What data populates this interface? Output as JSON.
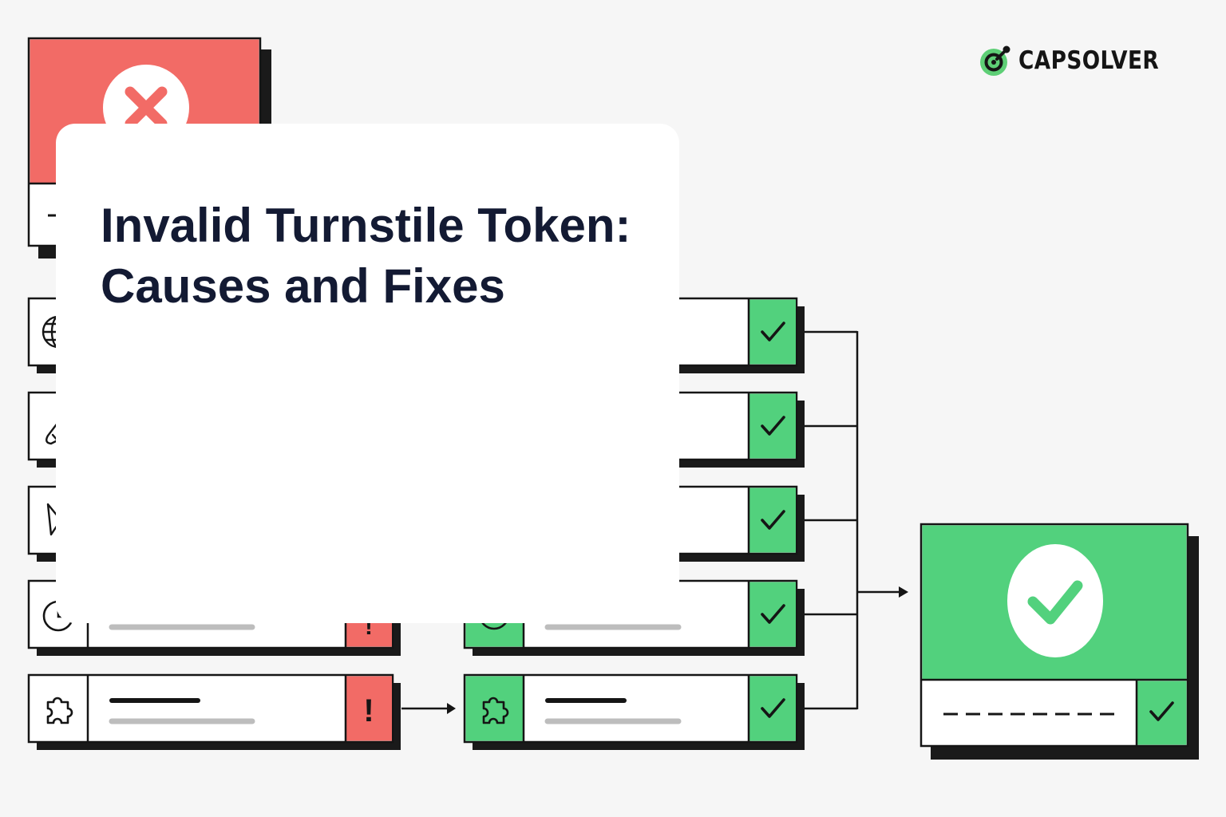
{
  "brand": {
    "name": "CAPSOLVER",
    "accent_color": "#5ecf76",
    "mark_icon": "capsolver-logo-mark"
  },
  "headline": {
    "line1": "Invalid Turnstile Token:",
    "line2": "Causes and Fixes"
  },
  "illustration": {
    "colors": {
      "error": "#f26b66",
      "success": "#52d17d",
      "outline": "#151515",
      "shadow": "#1a1a1a",
      "text_bar": "#bdbdbd"
    },
    "error_window_icon": "x-mark-icon",
    "success_window_icon": "check-circle-icon",
    "failed_checks": [
      {
        "icon": "globe-icon",
        "status": "!"
      },
      {
        "icon": "hook-icon",
        "status": "!"
      },
      {
        "icon": "cursor-icon",
        "status": "!"
      },
      {
        "icon": "clock-icon",
        "status": "!"
      },
      {
        "icon": "puzzle-icon",
        "status": "!"
      }
    ],
    "passed_checks": [
      {
        "icon": "globe-icon",
        "status": "check"
      },
      {
        "icon": "hook-icon",
        "status": "check"
      },
      {
        "icon": "cursor-icon",
        "status": "check"
      },
      {
        "icon": "clock-icon",
        "status": "check"
      },
      {
        "icon": "puzzle-icon",
        "status": "check"
      }
    ],
    "success_status": "check"
  }
}
